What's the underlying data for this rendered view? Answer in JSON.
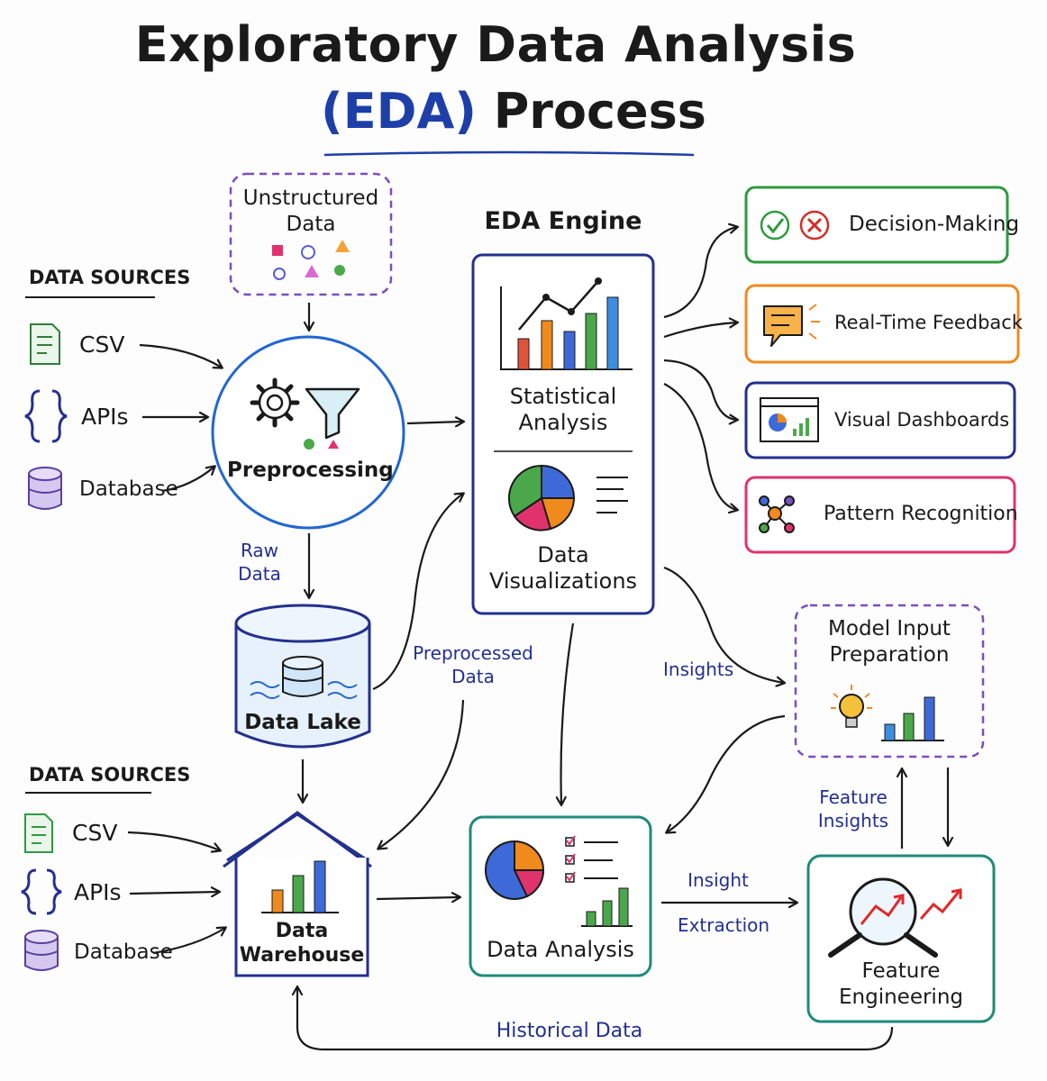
{
  "title": {
    "line1": "Exploratory Data Analysis",
    "line2_highlight": "(EDA)",
    "line2_rest": " Process"
  },
  "colors": {
    "blue": "#1e3fa8",
    "green": "#2e9b3e",
    "orange": "#f08a1c",
    "pink": "#e0336e",
    "purple": "#7a4fc0",
    "teal": "#1f8a7a",
    "navy": "#23308f"
  },
  "sources_top": {
    "heading": "DATA SOURCES",
    "items": [
      {
        "icon": "document-icon",
        "label": "CSV"
      },
      {
        "icon": "braces-icon",
        "label": "APIs"
      },
      {
        "icon": "database-icon",
        "label": "Database"
      }
    ]
  },
  "sources_bottom": {
    "heading": "DATA SOURCES",
    "items": [
      {
        "icon": "document-icon",
        "label": "CSV"
      },
      {
        "icon": "braces-icon",
        "label": "APIs"
      },
      {
        "icon": "database-icon",
        "label": "Database"
      }
    ]
  },
  "unstructured": {
    "line1": "Unstructured",
    "line2": "Data"
  },
  "preprocessing": {
    "label": "Preprocessing"
  },
  "raw_data": {
    "line1": "Raw",
    "line2": "Data"
  },
  "data_lake": {
    "label": "Data Lake"
  },
  "preprocessed_data": {
    "line1": "Preprocessed",
    "line2": "Data"
  },
  "eda_engine": {
    "heading": "EDA Engine",
    "statistical": {
      "line1": "Statistical",
      "line2": "Analysis"
    },
    "visualizations": {
      "line1": "Data",
      "line2": "Visualizations"
    }
  },
  "outputs": [
    {
      "label": "Decision-Making",
      "icon": "check-cross-icon"
    },
    {
      "label": "Real-Time Feedback",
      "icon": "chat-bubble-icon"
    },
    {
      "label": "Visual Dashboards",
      "icon": "dashboard-icon"
    },
    {
      "label": "Pattern Recognition",
      "icon": "network-icon"
    }
  ],
  "insights": "Insights",
  "model_input": {
    "line1": "Model Input",
    "line2": "Preparation"
  },
  "feature_insights": {
    "line1": "Feature",
    "line2": "Insights"
  },
  "data_warehouse": {
    "line1": "Data",
    "line2": "Warehouse"
  },
  "data_analysis": {
    "label": "Data Analysis"
  },
  "insight_extraction": {
    "line1": "Insight",
    "line2": "Extraction"
  },
  "feature_engineering": {
    "line1": "Feature",
    "line2": "Engineering"
  },
  "historical_data": "Historical Data"
}
